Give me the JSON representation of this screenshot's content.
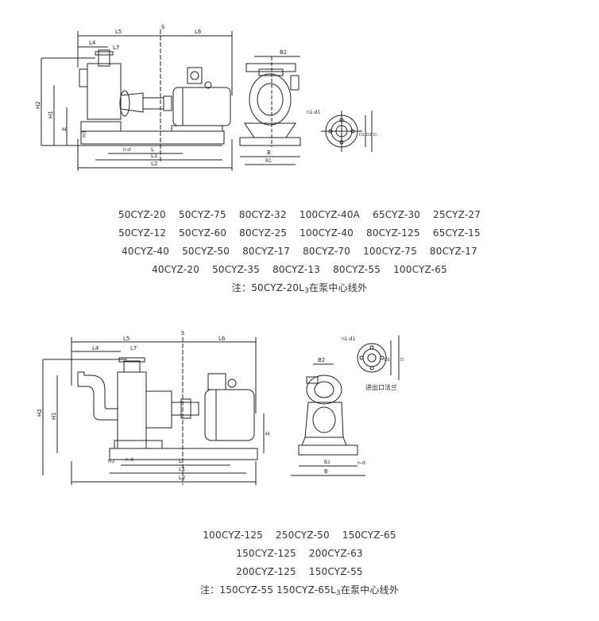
{
  "diagram1": {
    "labels": {
      "L5": "L5",
      "L6": "L6",
      "S": "S",
      "L4": "L4",
      "L7": "L7",
      "H2": "H2",
      "H1": "H1",
      "H": "H",
      "H3": "H3",
      "nd": "n-d",
      "L": "L",
      "L1": "L1",
      "L2": "L2",
      "B2": "B2",
      "B": "B",
      "B1": "B1",
      "n1d1": "n1-d1",
      "D1": "D1",
      "D2": "D2",
      "D": "D"
    }
  },
  "models1": {
    "rows": [
      [
        "50CYZ-20",
        "50CYZ-75",
        "80CYZ-32",
        "100CYZ-40A",
        "65CYZ-30",
        "25CYZ-27"
      ],
      [
        "50CYZ-12",
        "50CYZ-60",
        "80CYZ-25",
        "100CYZ-40",
        "80CYZ-125",
        "65CYZ-15"
      ],
      [
        "40CYZ-40",
        "50CYZ-50",
        "80CYZ-17",
        "80CYZ-70",
        "100CYZ-75",
        "80CYZ-17"
      ],
      [
        "40CYZ-20",
        "50CYZ-35",
        "80CYZ-13",
        "80CYZ-55",
        "100CYZ-65"
      ]
    ],
    "note_prefix": "注：50CYZ-20L",
    "note_sub": "3",
    "note_suffix": "在泵中心线外"
  },
  "diagram2": {
    "labels": {
      "L5": "L5",
      "L6": "L6",
      "S": "S",
      "L4": "L4",
      "L7": "L7",
      "H2": "H2",
      "H1": "H1",
      "H": "H",
      "H3": "H3",
      "nd": "n-d",
      "L": "L",
      "L1": "L1",
      "L2": "L2",
      "n1d1": "n1-d1",
      "B2": "B2",
      "B": "B",
      "B1": "B1",
      "D1": "D1",
      "D": "D",
      "flange_caption": "进出口法兰"
    }
  },
  "models2": {
    "rows": [
      [
        "100CYZ-125",
        "250CYZ-50",
        "150CYZ-65"
      ],
      [
        "150CYZ-125",
        "200CYZ-63"
      ],
      [
        "200CYZ-125",
        "150CYZ-55"
      ]
    ],
    "note_prefix": "注：150CYZ-55 150CYZ-65L",
    "note_sub": "3",
    "note_suffix": "在泵中心线外"
  }
}
